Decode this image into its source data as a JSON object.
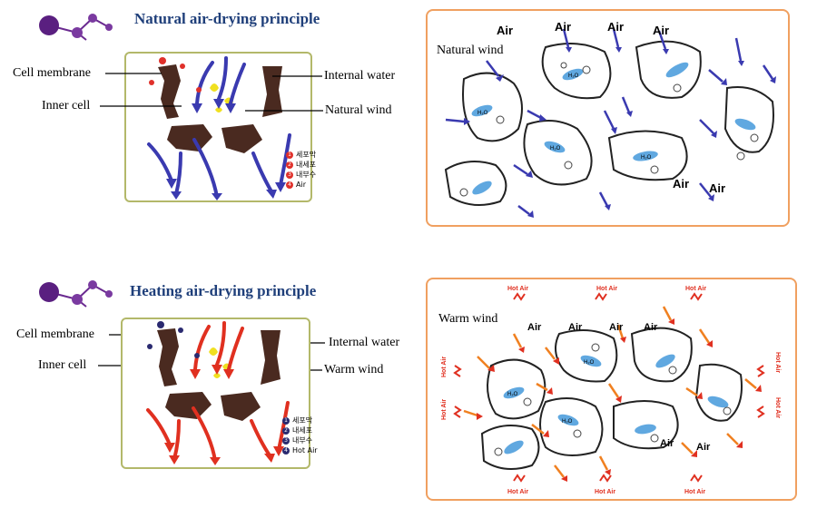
{
  "top": {
    "title": "Natural air-drying principle",
    "labels": {
      "cell_membrane": "Cell membrane",
      "inner_cell": "Inner cell",
      "internal_water": "Internal water",
      "wind": "Natural wind"
    },
    "legend": [
      "세포막",
      "내세포",
      "내부수",
      "Air"
    ],
    "legend_color": "#e0302a",
    "arrow_color": "#3a3ab0",
    "field_wind_label": "Natural wind",
    "air_label": "Air",
    "h2o_label": "H₂O"
  },
  "bottom": {
    "title": "Heating air-drying principle",
    "labels": {
      "cell_membrane": "Cell membrane",
      "inner_cell": "Inner cell",
      "internal_water": "Internal water",
      "wind": "Warm wind"
    },
    "legend": [
      "세포막",
      "내세포",
      "내부수",
      "Hot Air"
    ],
    "legend_color": "#2a2a70",
    "arrow_color": "#e03020",
    "field_wind_label": "Warm wind",
    "air_label": "Air",
    "hot_air_label": "Hot Air",
    "h2o_label": "H₂O"
  },
  "colors": {
    "title": "#1f3f7a",
    "cell_panel_border": "#b3b86a",
    "field_panel_border": "#f0a060",
    "membrane": "#4a2a20",
    "water": "#f0e020",
    "molecule": "#6a2a90"
  },
  "icons": [
    "molecule-icon"
  ]
}
